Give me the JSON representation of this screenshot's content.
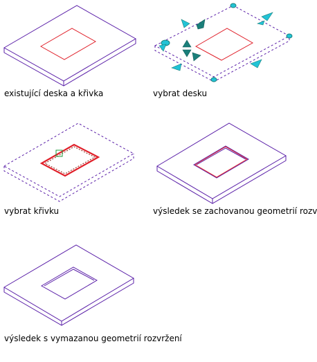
{
  "captions": {
    "p1": "existující deska a křivka",
    "p2": "vybrat desku",
    "p3": "vybrat křivku",
    "p4": "výsledek se zachovanou geometrií rozvržení",
    "p5": "výsledek s vymazanou geometrií rozvržení"
  },
  "colors": {
    "slab": "#5a1fa8",
    "curve": "#e0202a",
    "grip_cyan": "#22c3d6",
    "grip_teal": "#1a7f7a",
    "grip_green": "#1a9a3a"
  }
}
